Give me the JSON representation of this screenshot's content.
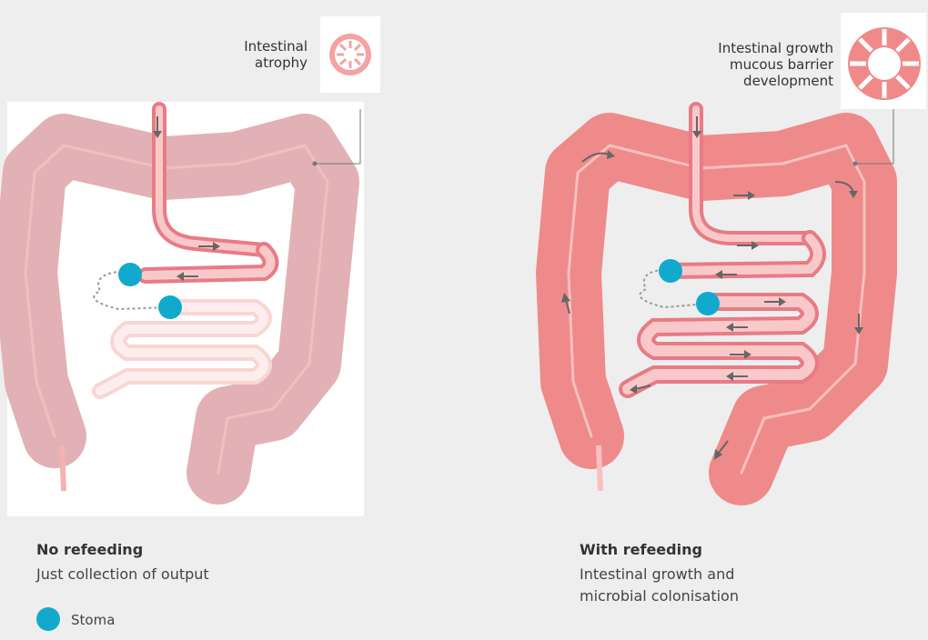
{
  "left": {
    "callout": "Intestinal\natrophy",
    "title": "No refeeding",
    "subtitle": "Just collection of output"
  },
  "right": {
    "callout": "Intestinal growth\nmucous barrier\ndevelopment",
    "title": "With refeeding",
    "subtitle": "Intestinal growth and\nmicrobial colonisation"
  },
  "legend": {
    "label": "Stoma"
  },
  "colors": {
    "background": "#eeeeee",
    "atrophy_colon": "#e2b1b5",
    "healthy_colon": "#ef8a8a",
    "stoma": "#11aacc",
    "arrow": "#666666"
  }
}
